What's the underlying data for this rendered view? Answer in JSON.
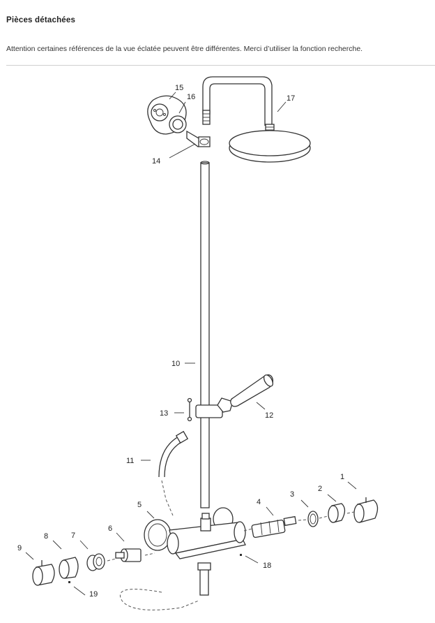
{
  "header": {
    "title": "Pièces détachées",
    "note": "Attention certaines références de la vue éclatée peuvent être différentes. Merci d’utiliser la fonction recherche."
  },
  "diagram": {
    "labels": [
      "1",
      "2",
      "3",
      "4",
      "5",
      "6",
      "7",
      "8",
      "9",
      "10",
      "11",
      "12",
      "13",
      "14",
      "15",
      "16",
      "17",
      "18",
      "19"
    ]
  }
}
